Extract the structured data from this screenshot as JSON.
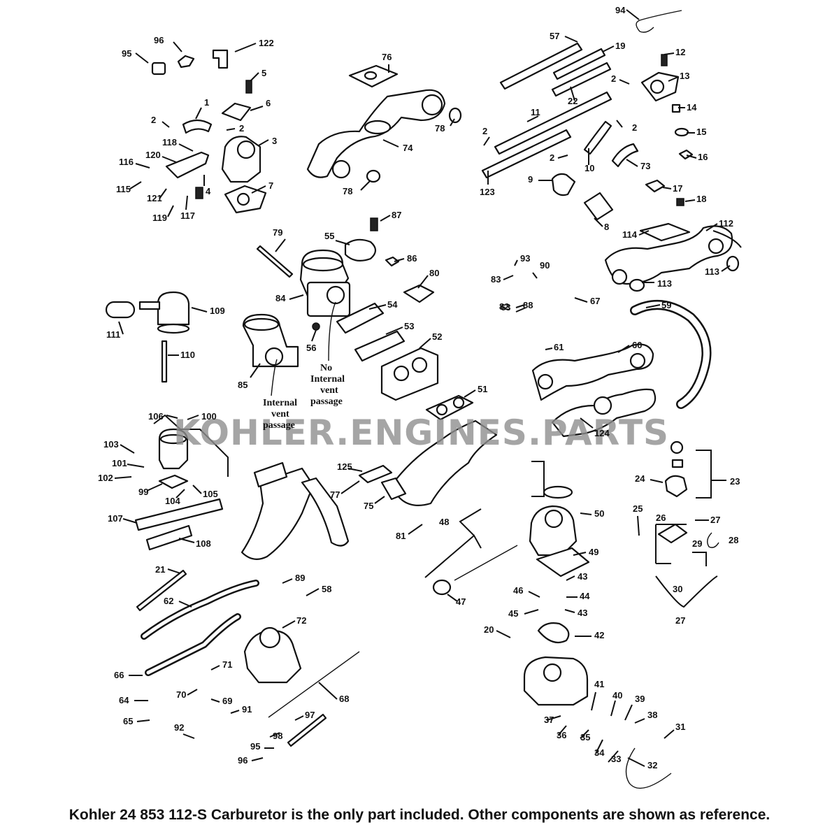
{
  "watermark": "KOHLER.ENGINES.PARTS",
  "caption": "Kohler 24 853 112-S Carburetor is the only part included. Other components are shown as reference.",
  "notes": {
    "internal_vent": [
      "Internal",
      "vent",
      "passage"
    ],
    "no_internal_vent": [
      "No",
      "Internal",
      "vent",
      "passage"
    ]
  },
  "callouts": [
    "1",
    "2",
    "3",
    "4",
    "5",
    "6",
    "7",
    "8",
    "9",
    "10",
    "11",
    "12",
    "13",
    "14",
    "15",
    "16",
    "17",
    "18",
    "19",
    "20",
    "21",
    "22",
    "23",
    "24",
    "25",
    "26",
    "27",
    "28",
    "29",
    "30",
    "31",
    "32",
    "33",
    "34",
    "35",
    "36",
    "37",
    "38",
    "39",
    "40",
    "41",
    "42",
    "43",
    "44",
    "45",
    "46",
    "47",
    "48",
    "49",
    "50",
    "51",
    "52",
    "53",
    "54",
    "55",
    "56",
    "57",
    "58",
    "59",
    "60",
    "61",
    "62",
    "63",
    "64",
    "65",
    "66",
    "67",
    "68",
    "69",
    "70",
    "71",
    "72",
    "73",
    "74",
    "75",
    "76",
    "77",
    "78",
    "79",
    "80",
    "81",
    "82",
    "83",
    "84",
    "85",
    "86",
    "87",
    "88",
    "89",
    "90",
    "91",
    "92",
    "93",
    "94",
    "95",
    "96",
    "97",
    "98",
    "99",
    "100",
    "101",
    "102",
    "103",
    "104",
    "105",
    "106",
    "107",
    "108",
    "109",
    "110",
    "111",
    "112",
    "113",
    "114",
    "115",
    "116",
    "117",
    "118",
    "119",
    "120",
    "121",
    "122",
    "123",
    "124",
    "125"
  ]
}
